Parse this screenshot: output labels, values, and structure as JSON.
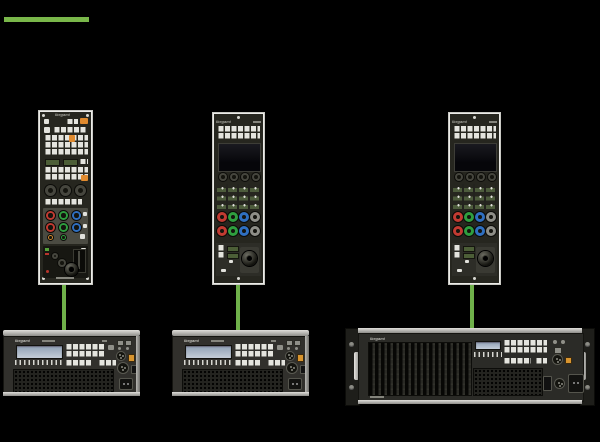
{
  "canvas": {
    "background": "#000000"
  },
  "header": {
    "underline_bar_color": "#79b74a"
  },
  "devices": {
    "control_panels": [
      {
        "id": "control-panel-left",
        "logo": "Ikegami",
        "style": "pushbutton-ocp"
      },
      {
        "id": "control-panel-center",
        "logo": "Ikegami",
        "style": "lcd-ocp"
      },
      {
        "id": "control-panel-right",
        "logo": "Ikegami",
        "style": "lcd-ocp"
      }
    ],
    "base_stations": [
      {
        "id": "base-station-left",
        "logo": "Ikegami",
        "size": "compact"
      },
      {
        "id": "base-station-center",
        "logo": "Ikegami",
        "size": "compact"
      },
      {
        "id": "base-station-right",
        "logo": "Ikegami",
        "size": "full-rack"
      }
    ]
  },
  "connections": {
    "color": "#6fb04a",
    "count": 3
  },
  "palette": {
    "panel_body": "#26261f",
    "rack_body": "#31302c",
    "knob_red": "#c23b32",
    "knob_green": "#2f9e3f",
    "knob_blue": "#2f6fc0",
    "accent_orange": "#e08a2e",
    "lcd_blue": "#a8b4c4"
  }
}
